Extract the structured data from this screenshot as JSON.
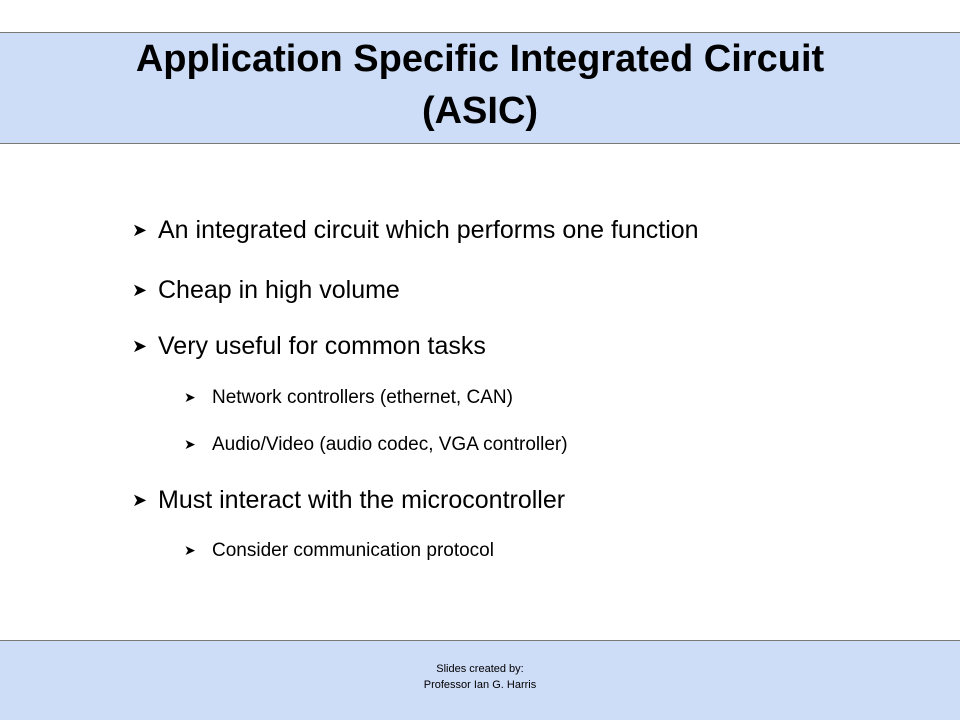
{
  "slide": {
    "title_line1": "Application Specific Integrated Circuit",
    "title_line2": "(ASIC)",
    "bullet_icon": "arrow-bullet-icon",
    "bullets": [
      {
        "level": 1,
        "text": "An integrated circuit which performs one function"
      },
      {
        "level": 1,
        "text": "Cheap in high volume"
      },
      {
        "level": 1,
        "text": "Very useful for common tasks"
      },
      {
        "level": 2,
        "text": "Network controllers (ethernet, CAN)"
      },
      {
        "level": 2,
        "text": "Audio/Video (audio codec, VGA controller)"
      },
      {
        "level": 1,
        "text": "Must interact with the microcontroller"
      },
      {
        "level": 2,
        "text": "Consider communication protocol"
      }
    ],
    "footer_line1": "Slides created by:",
    "footer_line2": "Professor Ian G. Harris"
  },
  "colors": {
    "band_background": "#cddcf7",
    "band_border": "#7a7a7a",
    "text": "#000000"
  }
}
